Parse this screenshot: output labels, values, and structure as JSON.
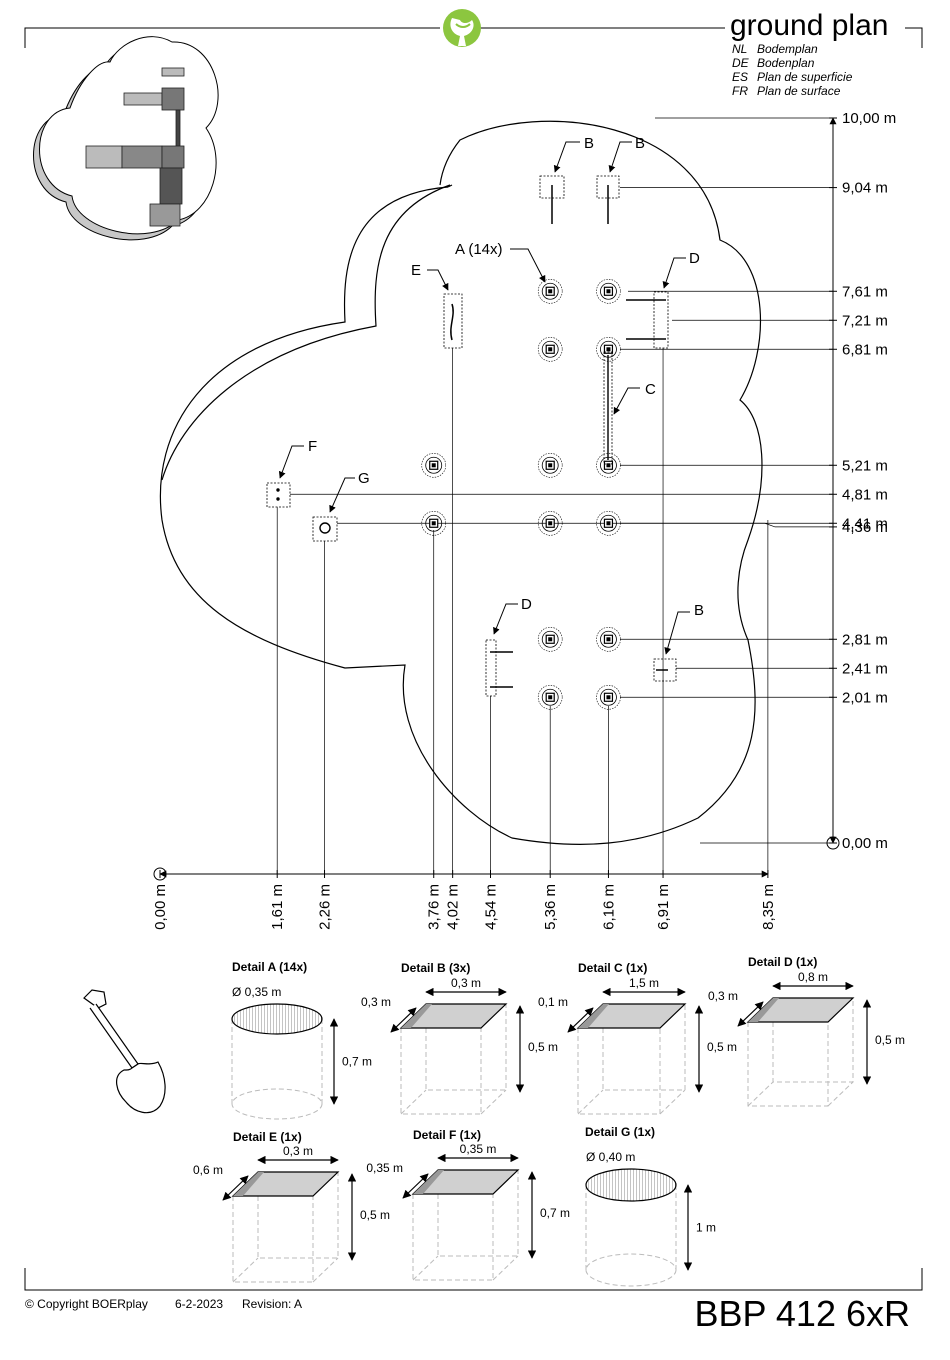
{
  "header": {
    "title": "ground plan",
    "translations": [
      {
        "code": "NL",
        "text": "Bodemplan"
      },
      {
        "code": "DE",
        "text": "Bodenplan"
      },
      {
        "code": "ES",
        "text": "Plan de superficie"
      },
      {
        "code": "FR",
        "text": "Plan de surface"
      }
    ]
  },
  "logo": {
    "icon": "boerplay-tree-logo",
    "color": "#8cc63f"
  },
  "y_labels": [
    "10,00 m",
    "9,04 m",
    "7,61 m",
    "7,21 m",
    "6,81 m",
    "5,21 m",
    "4,81 m",
    "4,41 m",
    "4,36 m",
    "2,81 m",
    "2,41 m",
    "2,01 m",
    "0,00 m"
  ],
  "x_labels": [
    "0,00 m",
    "1,61 m",
    "2,26 m",
    "3,76 m",
    "4,02 m",
    "4,54 m",
    "5,36 m",
    "6,16 m",
    "6,91 m",
    "8,35 m"
  ],
  "callouts": {
    "a": "A (14x)",
    "b": "B",
    "c": "C",
    "d": "D",
    "e": "E",
    "f": "F",
    "g": "G"
  },
  "details": [
    {
      "title": "Detail A (14x)",
      "shape": "cylinder",
      "diameter": "Ø 0,35 m",
      "height": "0,7 m"
    },
    {
      "title": "Detail B (3x)",
      "shape": "box",
      "width": "0,3 m",
      "depth": "0,3 m",
      "height": "0,5 m"
    },
    {
      "title": "Detail C (1x)",
      "shape": "box",
      "width": "1,5 m",
      "depth": "0,1 m",
      "height": "0,5 m"
    },
    {
      "title": "Detail D (1x)",
      "shape": "box",
      "width": "0,8 m",
      "depth": "0,3 m",
      "height": "0,5 m"
    },
    {
      "title": "Detail E (1x)",
      "shape": "box",
      "width": "0,3 m",
      "depth": "0,6 m",
      "height": "0,5 m"
    },
    {
      "title": "Detail F (1x)",
      "shape": "box",
      "width": "0,35 m",
      "depth": "0,35 m",
      "height": "0,7 m"
    },
    {
      "title": "Detail G (1x)",
      "shape": "cylinder",
      "diameter": "Ø 0,40 m",
      "height": "1 m"
    }
  ],
  "footer": {
    "copyright": "© Copyright BOERplay",
    "date": "6-2-2023",
    "revision": "Revision: A",
    "model": "BBP 412 6xR"
  }
}
